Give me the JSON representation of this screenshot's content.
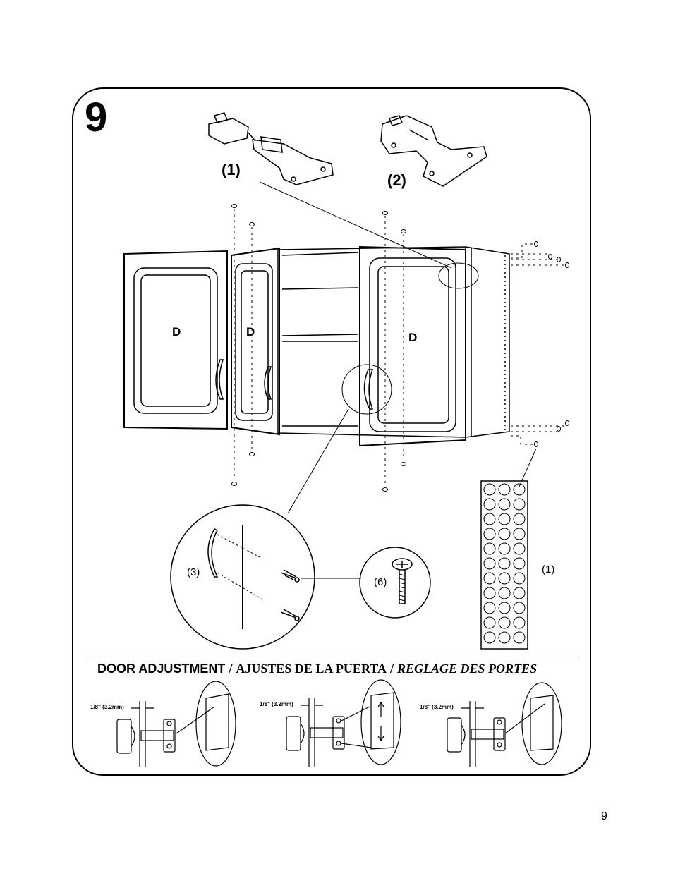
{
  "step": {
    "number": "9"
  },
  "parts": {
    "hinge_1_label": "(1)",
    "hinge_2_label": "(2)",
    "door_labels": [
      "D",
      "D",
      "D"
    ],
    "handle_label": "(3)",
    "screw_label": "(6)",
    "bumper_label": "(1)"
  },
  "adjustment": {
    "heading_en": "DOOR ADJUSTMENT",
    "separator": "/",
    "heading_es": "AJUSTES DE LA PUERTA",
    "heading_fr": "REGLAGE DES PORTES",
    "gap_labels": [
      "1/8'' (3.2mm)",
      "1/8'' (3.2mm)",
      "1/8'' (3.2mm)"
    ]
  },
  "page": {
    "number": "9"
  }
}
